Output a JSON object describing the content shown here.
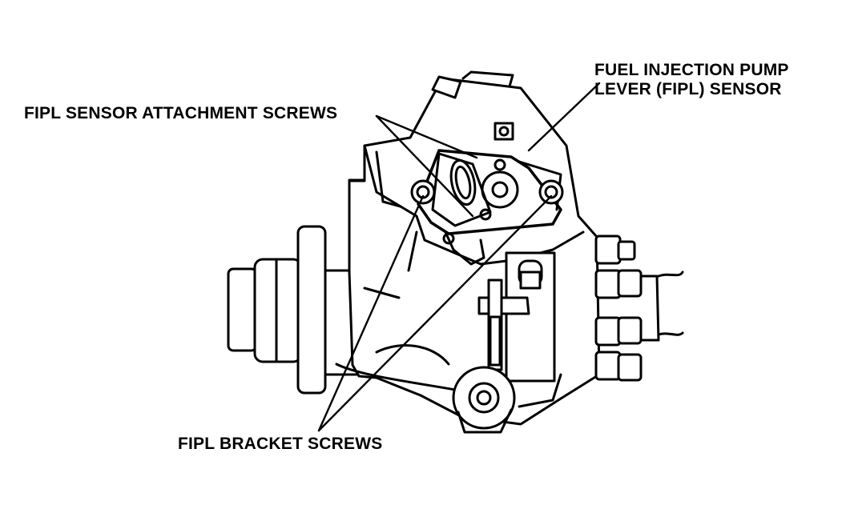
{
  "labels": {
    "sensor_line1": "FUEL INJECTION PUMP",
    "sensor_line2": "LEVER (FIPL) SENSOR",
    "attachment_screws": "FIPL SENSOR ATTACHMENT SCREWS",
    "bracket_screws": "FIPL BRACKET SCREWS"
  },
  "colors": {
    "ink": "#000000",
    "paper": "#ffffff"
  }
}
